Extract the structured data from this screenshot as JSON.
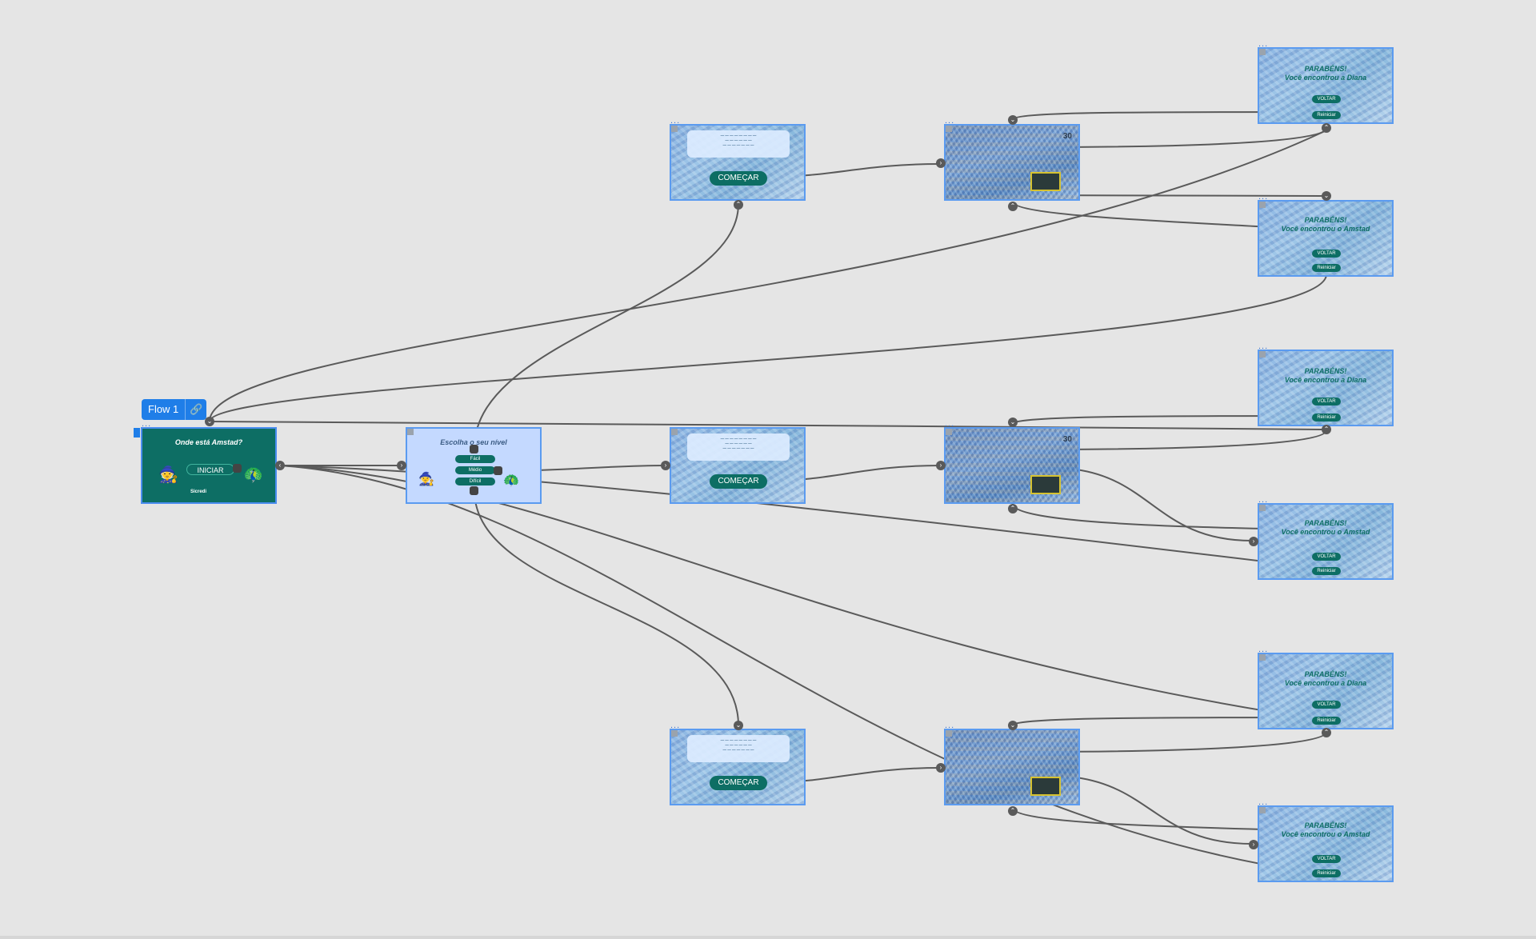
{
  "flow": {
    "name": "Flow 1",
    "link_icon": "link-icon"
  },
  "frames": {
    "start": {
      "title": "Onde está Amstad?",
      "button": "INICIAR",
      "logo": "Sicredi"
    },
    "level": {
      "title": "Escolha o seu nível",
      "options": [
        "Fácil",
        "Médio",
        "Difícil"
      ]
    },
    "intro": {
      "button": "COMEÇAR"
    },
    "found_diana": {
      "title_line1": "PARABÉNS!",
      "title_line2": "Você encontrou a Diana",
      "back": "VOLTAR",
      "restart": "Reiniciar"
    },
    "found_amstad": {
      "title_line1": "PARABÉNS!",
      "title_line2": "Você encontrou o Amstad",
      "back": "VOLTAR",
      "restart": "Reiniciar"
    }
  },
  "colors": {
    "canvas": "#e5e5e5",
    "accent": "#1f7ee8",
    "frame_border": "#5b9bf0",
    "brand_teal": "#0d6e64",
    "wire": "#5a5a5a"
  }
}
